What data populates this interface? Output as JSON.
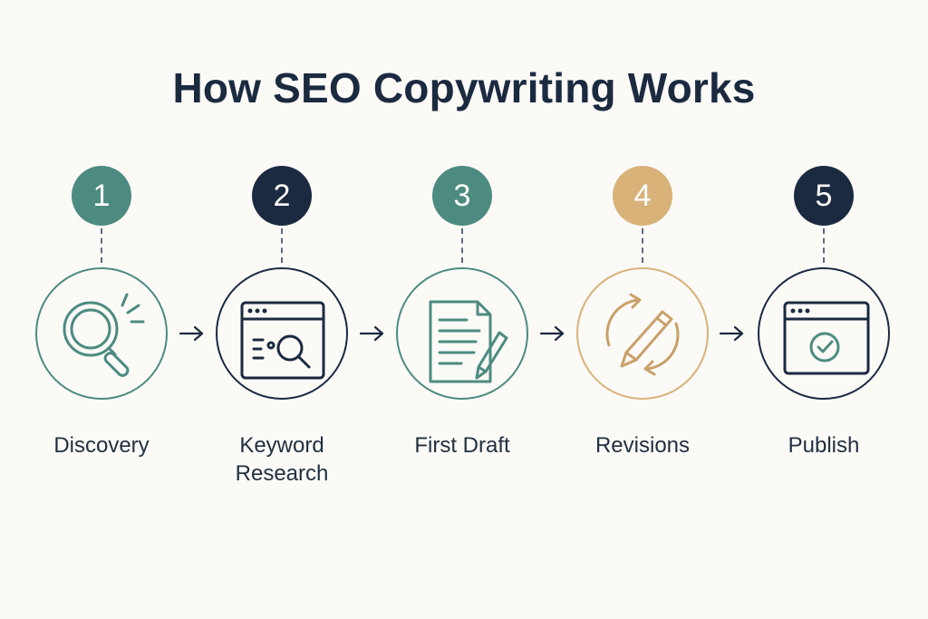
{
  "title": "How SEO Copywriting Works",
  "colors": {
    "teal": "#4d8b80",
    "navy": "#1c2a40",
    "gold": "#d9b27a",
    "text": "#22303f",
    "background": "#fbfaf7"
  },
  "steps": [
    {
      "number": "1",
      "label": "Discovery",
      "icon": "magnifier-icon",
      "color": "#4d8b80"
    },
    {
      "number": "2",
      "label": "Keyword\nResearch",
      "icon": "browser-search-icon",
      "color": "#1c2a40"
    },
    {
      "number": "3",
      "label": "First Draft",
      "icon": "document-pencil-icon",
      "color": "#4d8b80"
    },
    {
      "number": "4",
      "label": "Revisions",
      "icon": "pencil-refresh-icon",
      "color": "#d9b27a"
    },
    {
      "number": "5",
      "label": "Publish",
      "icon": "browser-check-icon",
      "color": "#1c2a40"
    }
  ]
}
